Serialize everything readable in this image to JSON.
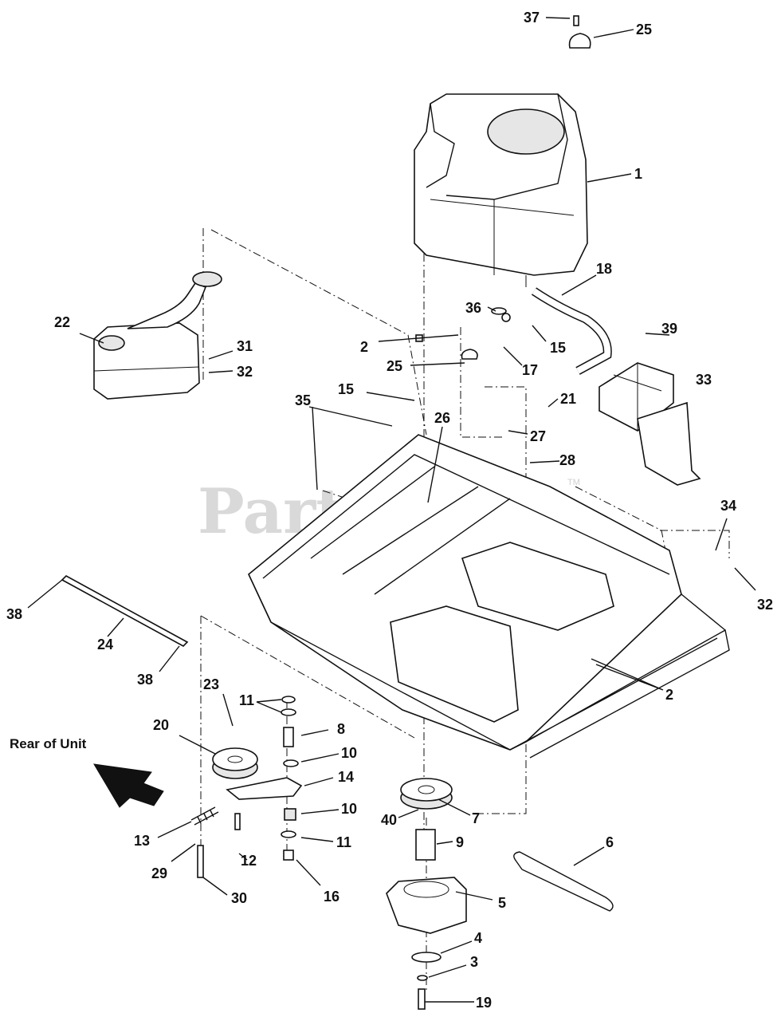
{
  "watermark": "PartsTree",
  "trademark": "TM",
  "note_label": "Rear of Unit",
  "callouts": [
    "37",
    "25",
    "1",
    "18",
    "36",
    "15",
    "22",
    "31",
    "32",
    "2",
    "25",
    "17",
    "39",
    "15",
    "21",
    "33",
    "35",
    "26",
    "27",
    "28",
    "34",
    "32",
    "38",
    "24",
    "38",
    "2",
    "23",
    "11",
    "8",
    "20",
    "10",
    "14",
    "10",
    "7",
    "40",
    "9",
    "13",
    "11",
    "12",
    "6",
    "29",
    "30",
    "16",
    "5",
    "4",
    "3",
    "19"
  ]
}
